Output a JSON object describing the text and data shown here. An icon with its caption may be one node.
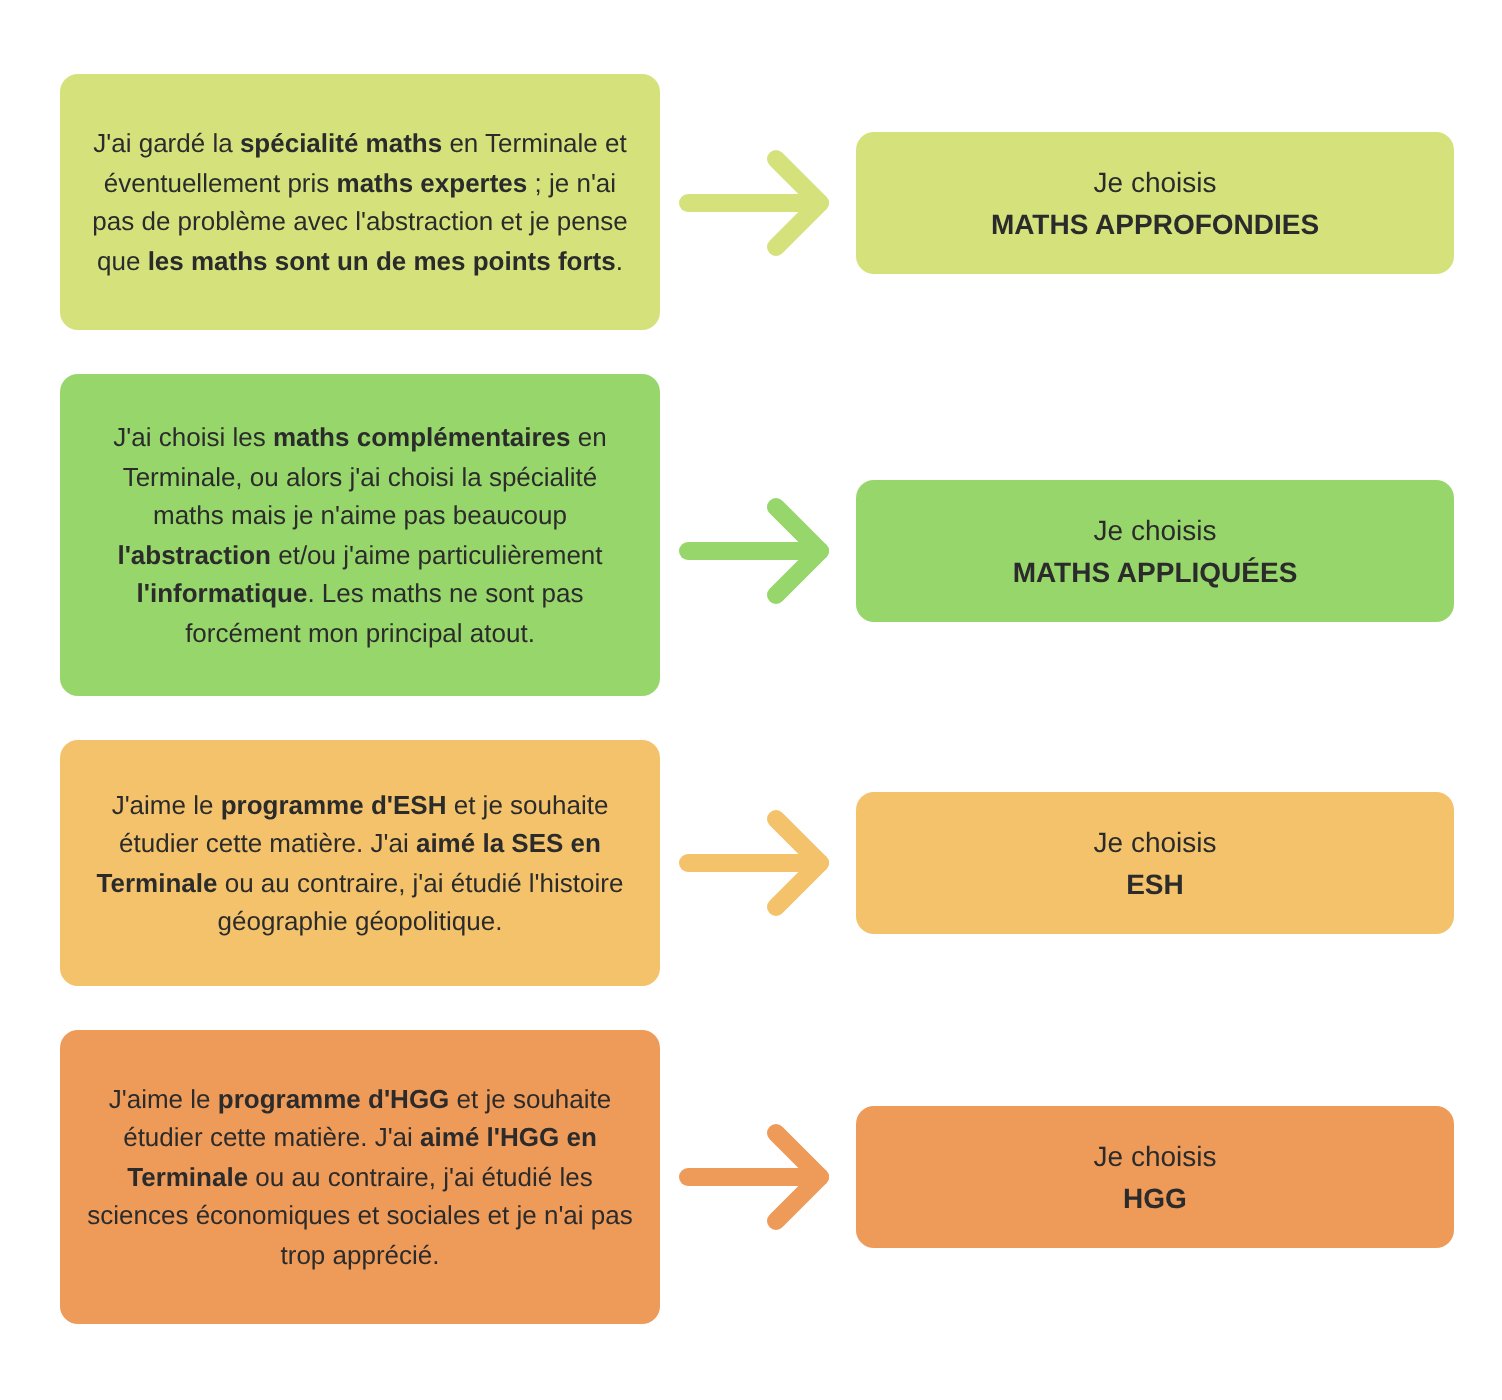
{
  "diagram": {
    "nodes": [
      {
        "text": [
          "J'ai gardé la **spécialité maths** en Terminale et éventuellement pris **maths expertes** ; je n'ai pas de problème avec l'abstraction et je pense que **les maths sont un de mes points forts**."
        ]
      },
      {
        "text": [
          "Je choisis",
          "MATHS APPROFONDIES"
        ]
      },
      {
        "text": [
          "J'ai choisi les **maths complémentaires** en Terminale, ou alors j'ai choisi la spécialité maths mais je n'aime pas beaucoup **l'abstraction** et/ou j'aime particulièrement **l'informatique**. Les maths ne sont pas forcément mon principal atout."
        ]
      },
      {
        "text": [
          "Je choisis",
          "MATHS APPLIQUÉES"
        ]
      },
      {
        "text": [
          "J'aime le **programme d'ESH** et je souhaite étudier cette matière. J'ai **aimé la SES en Terminale** ou au contraire, j'ai étudié l'histoire géographie géopolitique."
        ]
      },
      {
        "text": [
          "Je choisis",
          "ESH"
        ]
      },
      {
        "text": [
          "J'aime le **programme d'HGG** et je souhaite étudier cette matière. J'ai **aimé l'HGG en Terminale** ou au contraire, j'ai étudié les sciences économiques et sociales et je n'ai pas trop apprécié."
        ]
      },
      {
        "text": [
          "Je choisis",
          "HGG"
        ]
      }
    ],
    "edges": [
      {
        "from": 0,
        "to": 1,
        "arrow": "to",
        "color": "#d5e27c"
      },
      {
        "from": 2,
        "to": 3,
        "arrow": "to",
        "color": "#97d66b"
      },
      {
        "from": 4,
        "to": 5,
        "arrow": "to",
        "color": "#f3c26b"
      },
      {
        "from": 6,
        "to": 7,
        "arrow": "to",
        "color": "#ee9a59"
      }
    ]
  }
}
